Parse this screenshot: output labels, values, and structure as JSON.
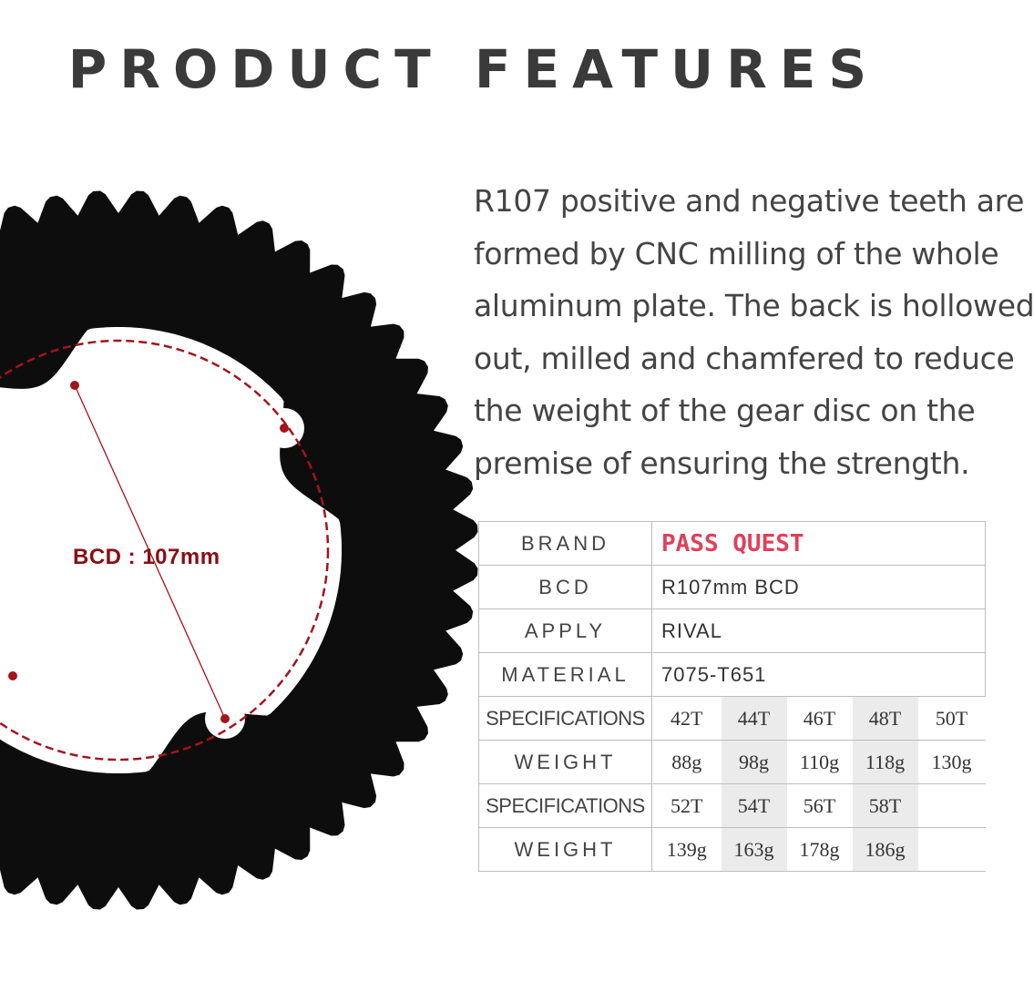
{
  "headline": "PRODUCT FEATURES",
  "description_lines": [
    "R107 positive and negative teeth are",
    "formed by CNC milling of the whole",
    "aluminum plate. The back is hollowed",
    "out, milled and chamfered to reduce",
    "the weight of the gear disc on the",
    "premise of ensuring the strength."
  ],
  "diagram": {
    "bcd_label": "BCD : 107mm",
    "accent_color": "#8b0d14"
  },
  "table": {
    "brand_label": "BRAND",
    "brand_value": "PASS QUEST",
    "brand_color": "#e0405a",
    "bcd_label": "BCD",
    "bcd_value": "R107mm BCD",
    "apply_label": "APPLY",
    "apply_value": "RIVAL",
    "material_label": "MATERIAL",
    "material_value": "7075-T651",
    "rows": [
      {
        "label": "SPECIFICATIONS",
        "values": [
          "42T",
          "44T",
          "46T",
          "48T",
          "50T"
        ]
      },
      {
        "label": "WEIGHT",
        "values": [
          "88g",
          "98g",
          "110g",
          "118g",
          "130g"
        ]
      },
      {
        "label": "SPECIFICATIONS",
        "values": [
          "52T",
          "54T",
          "56T",
          "58T",
          ""
        ]
      },
      {
        "label": "WEIGHT",
        "values": [
          "139g",
          "163g",
          "178g",
          "186g",
          ""
        ]
      }
    ]
  }
}
